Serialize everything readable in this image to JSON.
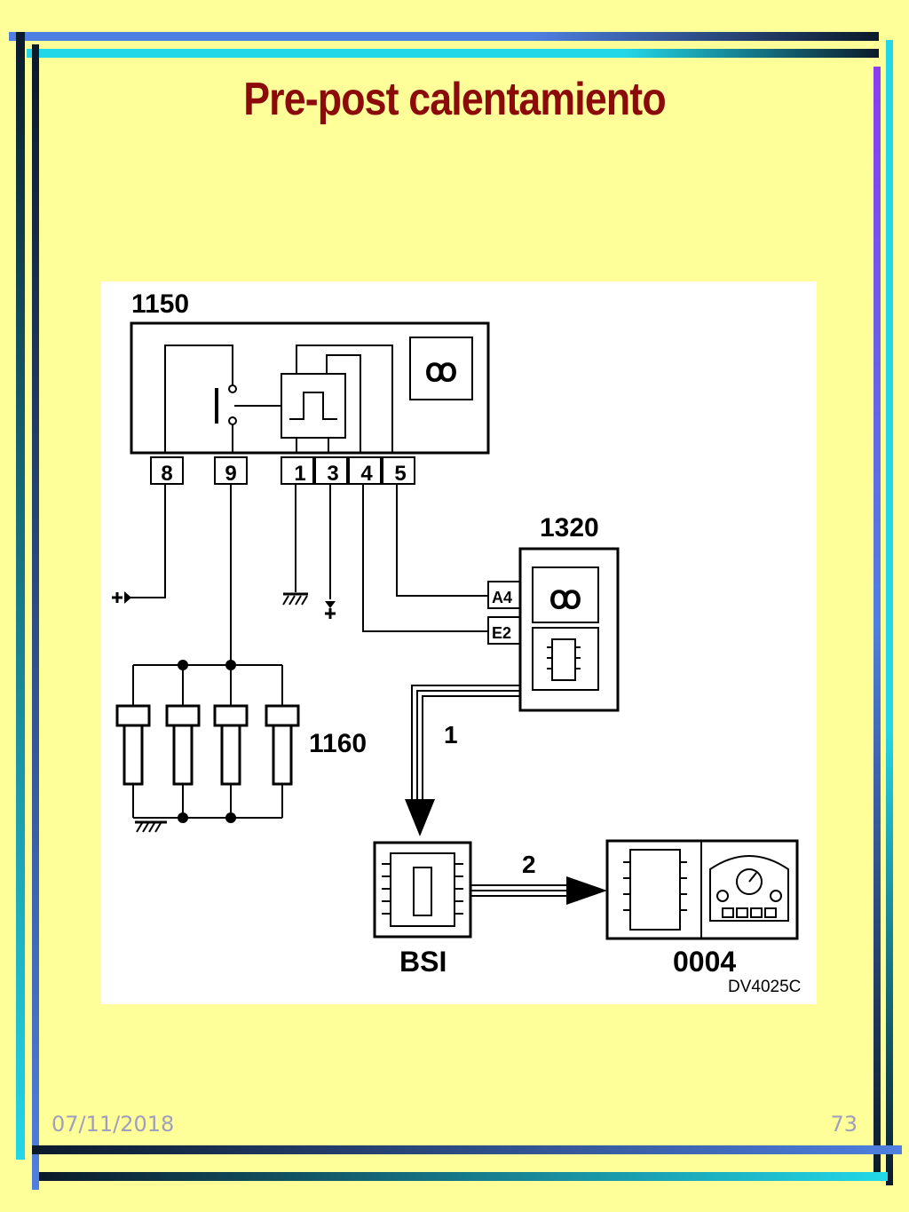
{
  "slide": {
    "title": "Pre-post calentamiento",
    "date": "07/11/2018",
    "page_number": "73"
  },
  "diagram": {
    "components": {
      "relay_unit": "1150",
      "indicator_unit": "1320",
      "glow_plugs": "1160",
      "bsi_unit": "BSI",
      "instrument_panel": "0004"
    },
    "relay_pins": [
      "8",
      "9",
      "1",
      "3",
      "4",
      "5"
    ],
    "indicator_pins": [
      "A4",
      "E2"
    ],
    "links": [
      "1",
      "2"
    ],
    "reference": "DV4025C"
  },
  "colors": {
    "background": "#FFFF99",
    "title": "#8B0A0A",
    "footer_text": "#9E9EBE",
    "frame_blue": "#4F7FE0",
    "frame_cyan": "#22D8E8",
    "frame_dark": "#0B1A2A",
    "frame_purple": "#8A3DF0"
  }
}
